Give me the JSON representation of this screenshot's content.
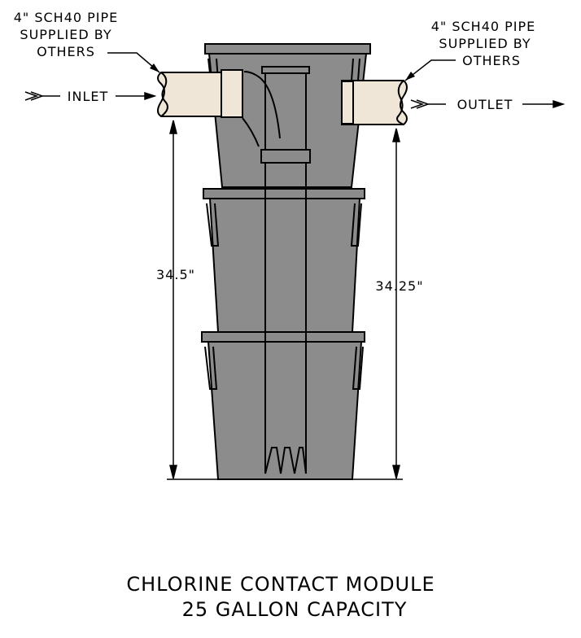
{
  "labels": {
    "pipe_note_left": [
      "4\" SCH40 PIPE",
      "SUPPLIED BY",
      "OTHERS"
    ],
    "pipe_note_right": [
      "4\" SCH40 PIPE",
      "SUPPLIED BY",
      "OTHERS"
    ],
    "inlet": "INLET",
    "outlet": "OUTLET",
    "dim_left": "34.5\"",
    "dim_right": "34.25\""
  },
  "title": {
    "line1": "CHLORINE CONTACT MODULE",
    "line2": "25 GALLON CAPACITY"
  },
  "colors": {
    "module": "#8c8c8c",
    "pipe": "#efe6d8",
    "line": "#000000"
  }
}
